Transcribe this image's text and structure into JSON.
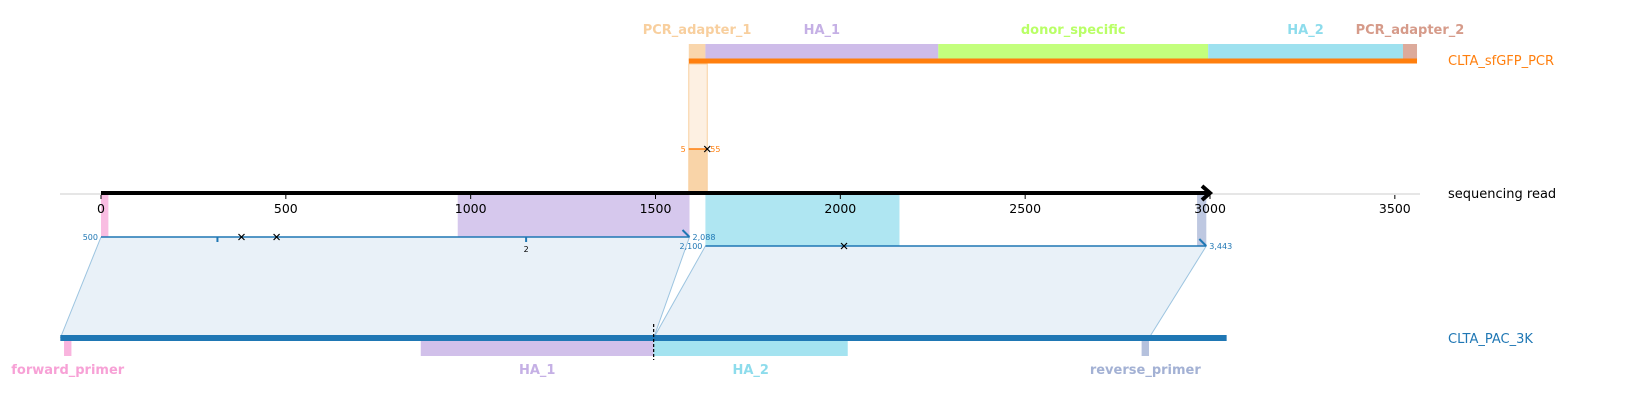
{
  "colors": {
    "target_track": "#ff7f0e",
    "reference_track": "#1f77b4",
    "read_axis": "#000000",
    "PCR_adapter_1": "#f8cf9e",
    "HA_1": "#c5b0e5",
    "donor_specific": "#b9ff66",
    "HA_2": "#8ddcec",
    "PCR_adapter_2": "#d69b8a",
    "forward_primer": "#f7a1d6",
    "reverse_primer": "#a3b1d4",
    "alignment_fill": "#e9f1f8",
    "alignment_edge": "#9cc4e0",
    "grid": "#cccccc"
  },
  "chart_data": {
    "type": "alignment-diagram",
    "read": {
      "name": "sequencing read",
      "ticks": [
        0,
        500,
        1000,
        1500,
        2000,
        2500,
        3000,
        3500
      ],
      "length": 3000
    },
    "targets": [
      {
        "name": "CLTA_sfGFP_PCR",
        "read_start": 1590,
        "read_end": 3560,
        "features": [
          {
            "name": "PCR_adapter_1",
            "read_start": 1590,
            "read_end": 1635
          },
          {
            "name": "HA_1",
            "read_start": 1635,
            "read_end": 2265
          },
          {
            "name": "donor_specific",
            "read_start": 2265,
            "read_end": 2995
          },
          {
            "name": "HA_2",
            "read_start": 2995,
            "read_end": 3522
          },
          {
            "name": "PCR_adapter_2",
            "read_start": 3522,
            "read_end": 3560
          }
        ],
        "alignments": [
          {
            "read_start": 1590,
            "read_end": 1640,
            "label_left": "5",
            "label_right": "55",
            "fill_color": "#f8cf9e"
          }
        ]
      }
    ],
    "reference": {
      "name": "CLTA_PAC_3K",
      "read_start": -110,
      "read_end": 3045,
      "features": [
        {
          "name": "forward_primer",
          "read_start": -100,
          "read_end": -80
        },
        {
          "name": "HA_1",
          "read_start": 865,
          "read_end": 1495
        },
        {
          "name": "HA_2",
          "read_start": 1495,
          "read_end": 2020
        },
        {
          "name": "reverse_primer",
          "read_start": 2815,
          "read_end": 2835
        }
      ],
      "cut_site": 1495,
      "alignments": [
        {
          "read_start": 0,
          "read_end": 1592,
          "ref_start": -110,
          "ref_end": 1495,
          "label_start": "500",
          "label_end": "2,088",
          "insertion_ticks": [
            315,
            1150
          ],
          "mismatches": [
            380,
            475
          ],
          "insertion_label": {
            "at": 1150,
            "text": "2"
          },
          "row": 0
        },
        {
          "read_start": 1635,
          "read_end": 2990,
          "ref_start": 1495,
          "ref_end": 2835,
          "label_start": "2,100",
          "label_end": "3,443",
          "insertion_ticks": [],
          "mismatches": [
            2010
          ],
          "row": 1
        }
      ]
    },
    "read_highlights": [
      {
        "feature": "forward_primer",
        "read_start": 0,
        "read_end": 20
      },
      {
        "feature": "HA_1",
        "read_start": 965,
        "read_end": 1592
      },
      {
        "feature": "PCR_adapter_1",
        "read_start": 1590,
        "read_end": 1640
      },
      {
        "feature": "HA_2",
        "read_start": 1635,
        "read_end": 2160
      },
      {
        "feature": "reverse_primer",
        "read_start": 2965,
        "read_end": 2990
      }
    ]
  }
}
